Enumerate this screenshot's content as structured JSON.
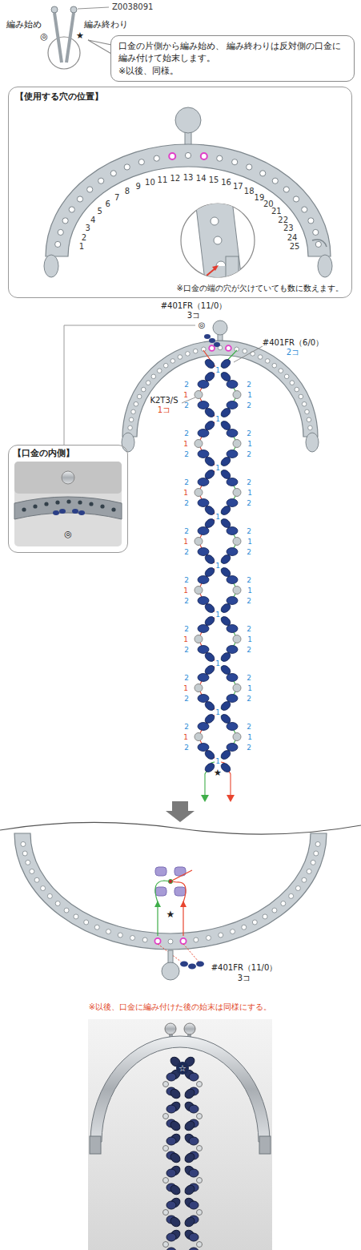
{
  "diagram": {
    "nodes": [
      {
        "text": [
          "口金の片側から編み始め、 編み終わりは反対側の口金に編み付けて始末します。",
          "※以後、同様。"
        ]
      },
      {
        "text": [
          "【使用する穴の位置】",
          "※口金の端の穴が欠けていても数に数えます。"
        ]
      },
      {
        "text": [
          "【口金の内側】"
        ]
      }
    ],
    "labels": [
      "Z0038091",
      "編み始め",
      "◎",
      "編み終わり",
      "★",
      "1",
      "2",
      "3",
      "4",
      "5",
      "6",
      "7",
      "8",
      "9",
      "10",
      "11",
      "12",
      "13",
      "14",
      "15",
      "16",
      "17",
      "18",
      "19",
      "20",
      "21",
      "22",
      "23",
      "24",
      "25",
      "#401FR（11/0）",
      "3コ",
      "◎",
      "#401FR（6/0）",
      "2コ",
      "K2T3/S",
      "1コ",
      "1",
      "2",
      "2",
      "1",
      "1",
      "2",
      "2",
      "1",
      "2",
      "2",
      "1",
      "1",
      "2",
      "2",
      "1",
      "2",
      "2",
      "1",
      "1",
      "2",
      "2",
      "1",
      "2",
      "2",
      "1",
      "1",
      "2",
      "2",
      "1",
      "2",
      "2",
      "1",
      "1",
      "2",
      "2",
      "1",
      "2",
      "2",
      "1",
      "1",
      "2",
      "2",
      "1",
      "2",
      "2",
      "1",
      "1",
      "2",
      "2",
      "1",
      "2",
      "2",
      "1",
      "1",
      "2",
      "2",
      "1",
      "★",
      "◎",
      "★",
      "#401FR（11/0）",
      "3コ",
      "※以後、口金に編み付けた後の始末は同様にする。",
      "☆"
    ]
  }
}
